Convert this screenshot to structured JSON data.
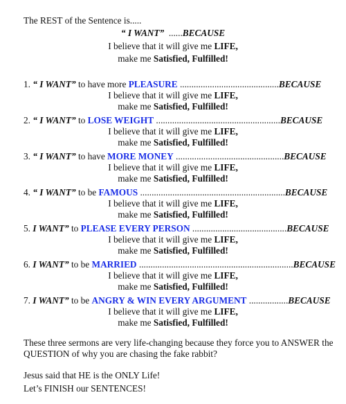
{
  "intro": {
    "title": "The REST of the Sentence is.....",
    "i_want": "“ I WANT”",
    "dots": "  ......",
    "because": "BECAUSE",
    "believe_prefix": "I believe that it will give me ",
    "life": "LIFE,",
    "make_prefix": "make me ",
    "satisfied": "Satisfied, Fulfilled!"
  },
  "items": [
    {
      "num": "1.",
      "want": "“ I WANT”",
      "mid": " to have more ",
      "topic": "PLEASURE",
      "dots": " ...........................................",
      "because": "BECAUSE"
    },
    {
      "num": "2.",
      "want": "“ I WANT”",
      "mid": " to ",
      "topic": "LOSE WEIGHT",
      "dots": " ......................................................",
      "because": "BECAUSE"
    },
    {
      "num": "3.",
      "want": "“ I WANT”",
      "mid": " to have ",
      "topic": "MORE MONEY",
      "dots": " ...............................................",
      "because": "BECAUSE"
    },
    {
      "num": "4.",
      "want": "“ I WANT”",
      "mid": " to be ",
      "topic": "FAMOUS",
      "dots": " ...............................................................",
      "because": "BECAUSE"
    },
    {
      "num": "5.",
      "want": "I WANT”",
      "mid": " to ",
      "topic": "PLEASE EVERY PERSON",
      "dots": " .........................................",
      "because": "BECAUSE"
    },
    {
      "num": "6.",
      "want": "I WANT”",
      "mid": " to be ",
      "topic": "MARRIED",
      "dots": " ...................................................................",
      "because": "BECAUSE"
    },
    {
      "num": "7.",
      "want": "I WANT”",
      "mid": " to be ",
      "topic": "ANGRY & WIN EVERY ARGUMENT",
      "dots": " .................",
      "because": "BECAUSE"
    }
  ],
  "closing": {
    "para1_line1": "These three sermons are very life-changing because they force you to ANSWER the",
    "para1_line2": "QUESTION of why you are chasing the fake rabbit?",
    "line2": "Jesus said that HE is the ONLY Life!",
    "line3": "Let’s FINISH our SENTENCES!"
  },
  "colors": {
    "text": "#111111",
    "highlight": "#1a2ee6"
  }
}
